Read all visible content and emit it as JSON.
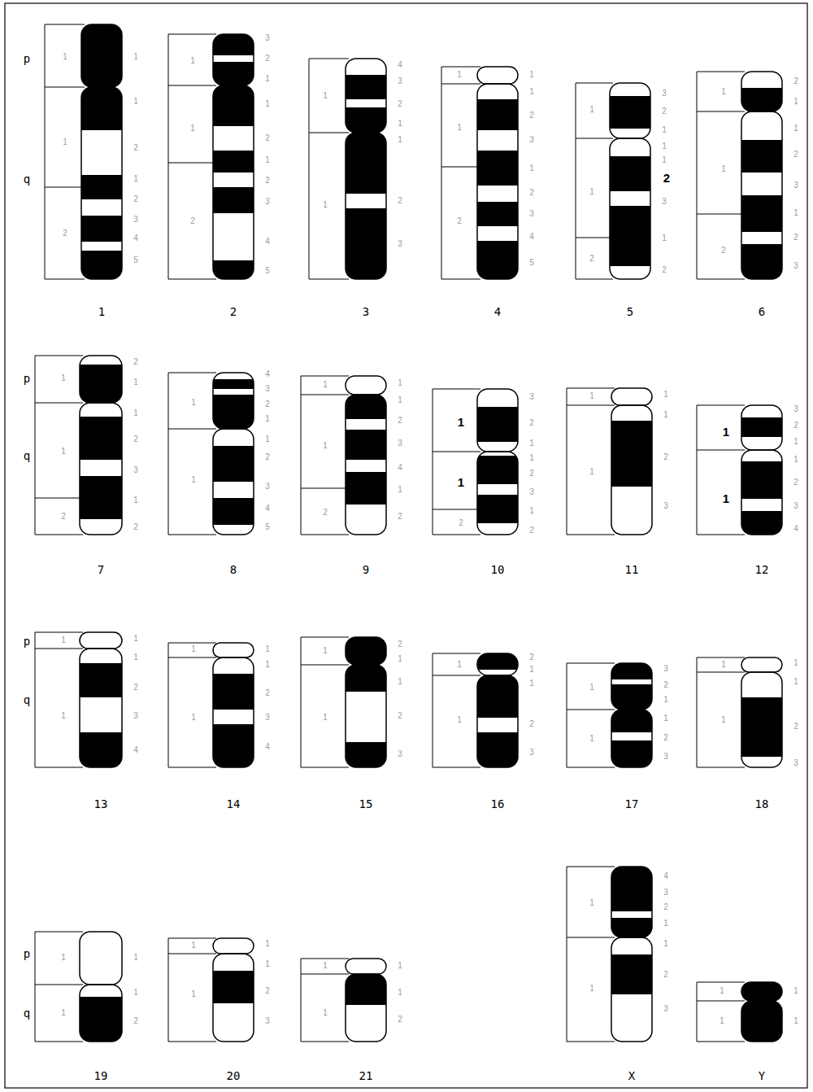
{
  "diagram": {
    "labels": [
      "p",
      "q",
      "1",
      "1",
      "2",
      "1",
      "1",
      "2",
      "1",
      "2",
      "3",
      "4",
      "5",
      "1",
      "1",
      "1",
      "2",
      "3",
      "2",
      "1",
      "1",
      "2",
      "1",
      "2",
      "3",
      "4",
      "5",
      "2",
      "1",
      "1",
      "4",
      "3",
      "2",
      "1",
      "1",
      "2",
      "3",
      "3",
      "1",
      "1",
      "2",
      "1",
      "1",
      "2",
      "3",
      "1",
      "2",
      "3",
      "4",
      "5",
      "4",
      "1",
      "1",
      "2",
      "3",
      "2",
      "1",
      "1",
      "1",
      "2",
      "3",
      "1",
      "2",
      "5",
      "1",
      "1",
      "2",
      "2",
      "1",
      "1",
      "2",
      "3",
      "1",
      "2",
      "3",
      "6",
      "p",
      "q",
      "1",
      "1",
      "2",
      "2",
      "1",
      "1",
      "2",
      "3",
      "1",
      "2",
      "7",
      "1",
      "1",
      "4",
      "3",
      "2",
      "1",
      "1",
      "2",
      "3",
      "4",
      "5",
      "8",
      "1",
      "1",
      "2",
      "1",
      "1",
      "2",
      "3",
      "4",
      "1",
      "2",
      "9",
      "1",
      "1",
      "2",
      "3",
      "2",
      "1",
      "1",
      "2",
      "3",
      "1",
      "2",
      "10",
      "1",
      "1",
      "1",
      "1",
      "2",
      "3",
      "11",
      "1",
      "1",
      "3",
      "2",
      "1",
      "1",
      "2",
      "3",
      "4",
      "12",
      "p",
      "q",
      "1",
      "1",
      "1",
      "1",
      "2",
      "3",
      "4",
      "13",
      "1",
      "1",
      "1",
      "1",
      "2",
      "3",
      "4",
      "14",
      "1",
      "1",
      "2",
      "1",
      "1",
      "2",
      "3",
      "15",
      "1",
      "1",
      "2",
      "1",
      "1",
      "2",
      "3",
      "16",
      "1",
      "1",
      "3",
      "2",
      "1",
      "1",
      "2",
      "3",
      "17",
      "1",
      "1",
      "1",
      "1",
      "2",
      "3",
      "18",
      "p",
      "q",
      "1",
      "1",
      "1",
      "1",
      "2",
      "19",
      "1",
      "1",
      "1",
      "1",
      "2",
      "3",
      "20",
      "1",
      "1",
      "1",
      "1",
      "2",
      "21",
      "1",
      "1",
      "4",
      "3",
      "2",
      "1",
      "1",
      "2",
      "3",
      "X",
      "1",
      "1",
      "1",
      "1",
      "Y"
    ]
  }
}
